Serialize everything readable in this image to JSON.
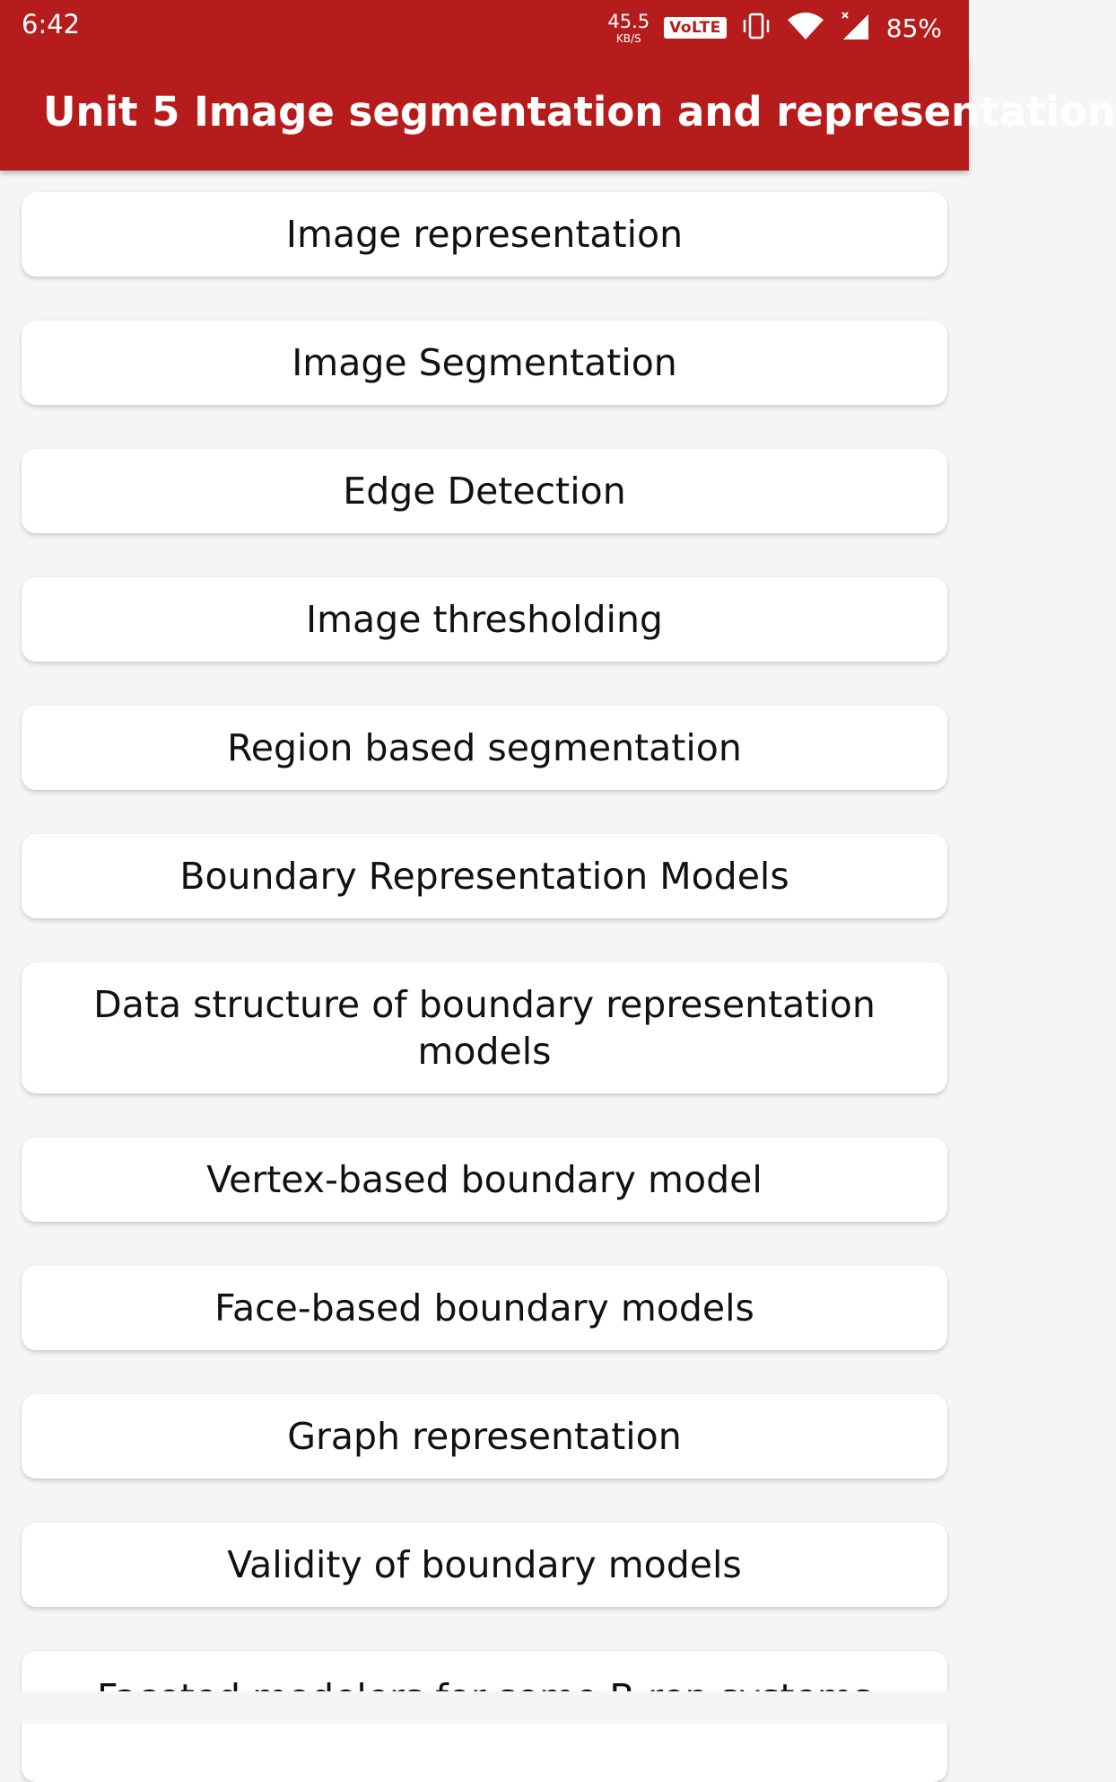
{
  "status_bar": {
    "time": "6:42",
    "net_speed_value": "45.5",
    "net_speed_unit": "KB/S",
    "volte": "VoLTE",
    "battery": "85%"
  },
  "app_bar": {
    "title": "Unit 5 Image segmentation and representation"
  },
  "topics": [
    "Image representation",
    "Image Segmentation",
    "Edge Detection",
    "Image thresholding",
    "Region based segmentation",
    "Boundary Representation Models",
    "Data structure of boundary representation models",
    "Vertex-based boundary model",
    "Face-based boundary models",
    "Graph representation",
    "Validity of boundary models",
    "Faceted modelers for some B-rep systems"
  ],
  "colors": {
    "primary": "#b71c1c",
    "background": "#f5f5f8",
    "card": "#ffffff"
  }
}
